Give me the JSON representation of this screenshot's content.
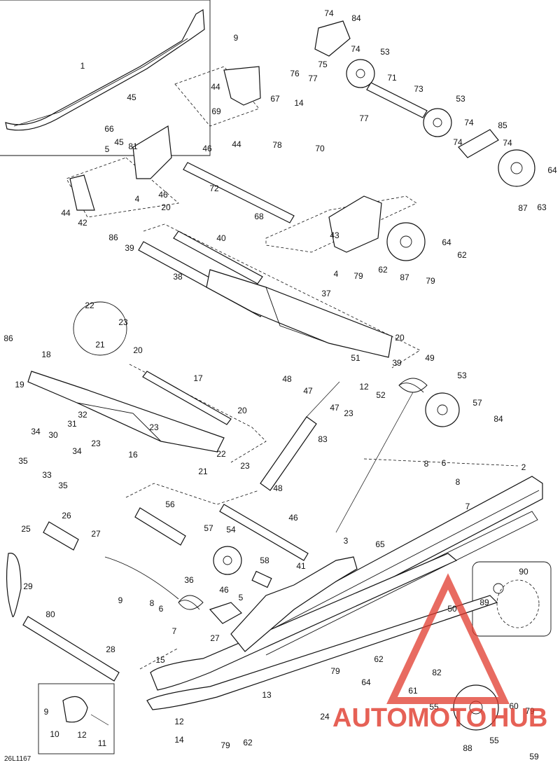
{
  "figure_code": "26L1167",
  "watermark": {
    "part1": "AUTOMOTO",
    "part2": "HUB",
    "color": "#e03a2c",
    "logo_color": "#e03a2c"
  },
  "labels": [
    "1",
    "2",
    "3",
    "4",
    "5",
    "6",
    "7",
    "8",
    "9",
    "10",
    "11",
    "12",
    "13",
    "14",
    "15",
    "16",
    "17",
    "18",
    "19",
    "20",
    "21",
    "22",
    "23",
    "24",
    "25",
    "26",
    "27",
    "28",
    "29",
    "30",
    "31",
    "32",
    "33",
    "34",
    "35",
    "36",
    "37",
    "38",
    "39",
    "40",
    "41",
    "42",
    "43",
    "44",
    "45",
    "46",
    "47",
    "48",
    "49",
    "50",
    "51",
    "52",
    "53",
    "54",
    "55",
    "56",
    "57",
    "58",
    "59",
    "60",
    "61",
    "62",
    "63",
    "64",
    "65",
    "66",
    "67",
    "68",
    "69",
    "70",
    "71",
    "72",
    "73",
    "74",
    "75",
    "76",
    "77",
    "78",
    "79",
    "80",
    "81",
    "82",
    "83",
    "84",
    "85",
    "86",
    "87",
    "88",
    "89",
    "90"
  ]
}
